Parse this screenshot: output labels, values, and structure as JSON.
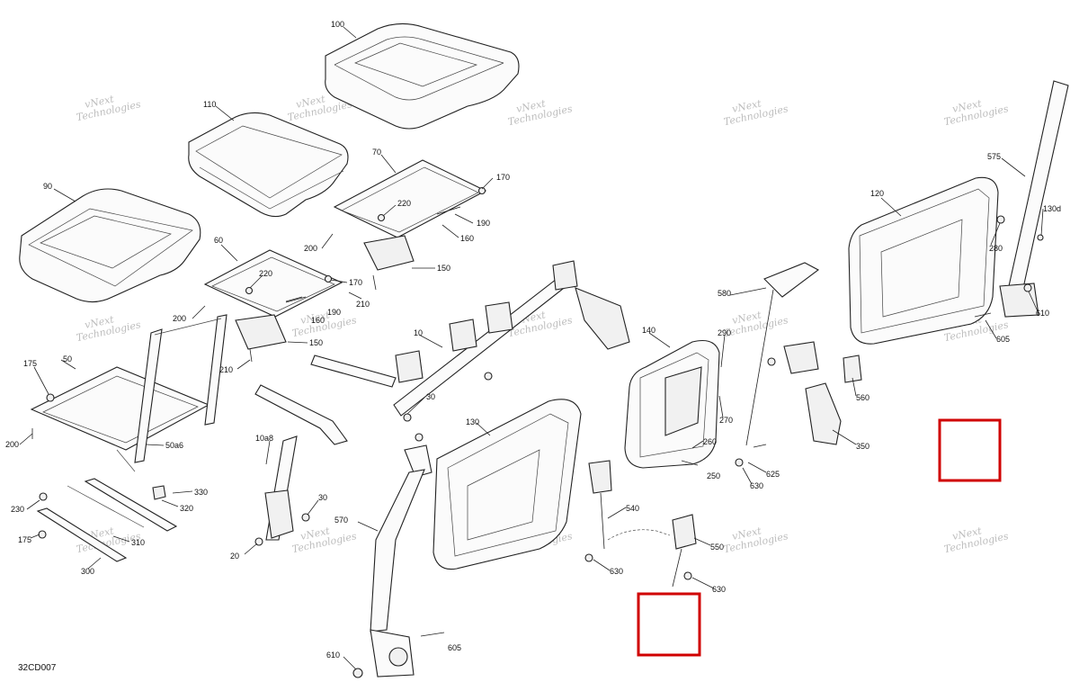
{
  "diagram_code": "32CD007",
  "watermark_line1": "vNext",
  "watermark_line2": "Technologies",
  "highlight_color": "#d00000",
  "callouts": {
    "c100": "100",
    "c110": "110",
    "c90": "90",
    "c70": "70",
    "c170a": "170",
    "c220a": "220",
    "c190a": "190",
    "c160": "160",
    "c200a": "200",
    "c150a": "150",
    "c60": "60",
    "c220b": "220",
    "c170b": "170",
    "c190b": "190",
    "c160b": "160",
    "c210a": "210",
    "c200b": "200",
    "c150b": "150",
    "c210b": "210",
    "c10": "10",
    "c30a": "30",
    "c175a": "175",
    "c50": "50",
    "c200c": "200",
    "c50a6": "50a6",
    "c10a8": "10a8",
    "c330": "330",
    "c320": "320",
    "c230": "230",
    "c310": "310",
    "c175b": "175",
    "c300": "300",
    "c30b": "30",
    "c20": "20",
    "c130": "130",
    "c570": "570",
    "c610a": "610",
    "c605a": "605",
    "c140": "140",
    "c290": "290",
    "c270": "270",
    "c260": "260",
    "c250": "250",
    "c540": "540",
    "c550": "550",
    "c630a": "630",
    "c630b": "630",
    "c580": "580",
    "c625": "625",
    "c630c": "630",
    "c350": "350",
    "c560": "560",
    "c120": "120",
    "c280": "280",
    "c575": "575",
    "c130d": "130d",
    "c610b": "610",
    "c605b": "605"
  }
}
